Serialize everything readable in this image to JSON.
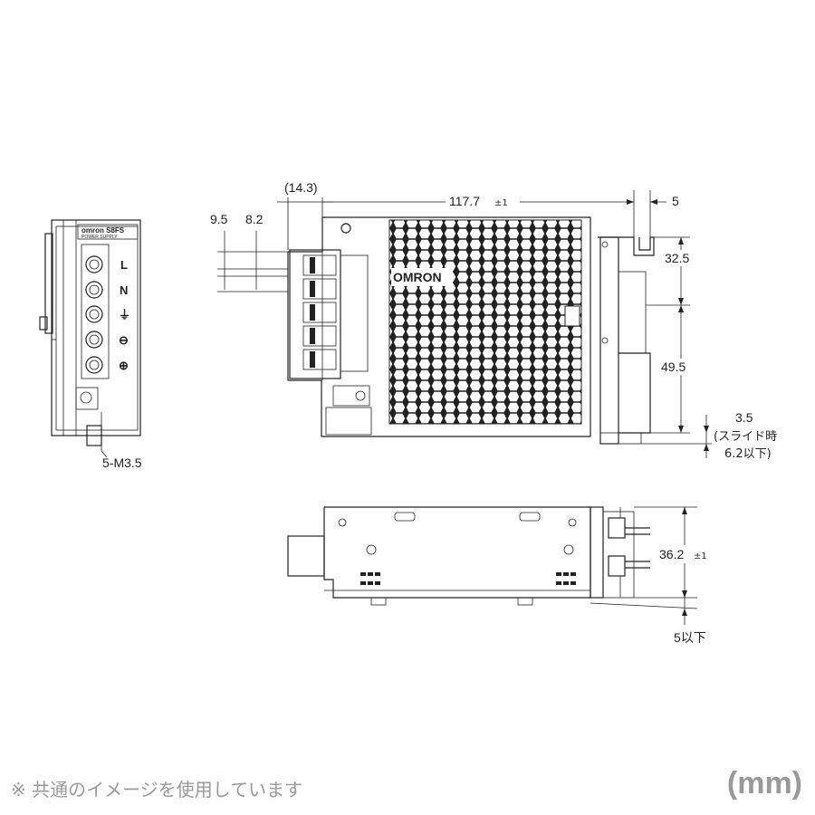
{
  "dimensions": {
    "d14_3": "(14.3)",
    "d117_7": "117.7",
    "d117_tol": "±1",
    "d5_top": "5",
    "d9_5": "9.5",
    "d8_2": "8.2",
    "d32_5": "32.5",
    "d49_5": "49.5",
    "d3_5": "3.5",
    "slide_note": "(スライド時",
    "slide_value": "6.2以下)",
    "screw": "5-M3.5",
    "d36_2": "36.2",
    "d36_tol": "±1",
    "d5_bottom": "5以下"
  },
  "terminals": [
    "L",
    "N",
    "⏚",
    "⊖",
    "⊕"
  ],
  "brand": {
    "logo_side": "omron S8FS",
    "label_side": "POWER SUPPLY",
    "logo_front": "OMRON"
  },
  "footer": {
    "note": "※ 共通のイメージを使用しています",
    "unit": "(mm)"
  }
}
